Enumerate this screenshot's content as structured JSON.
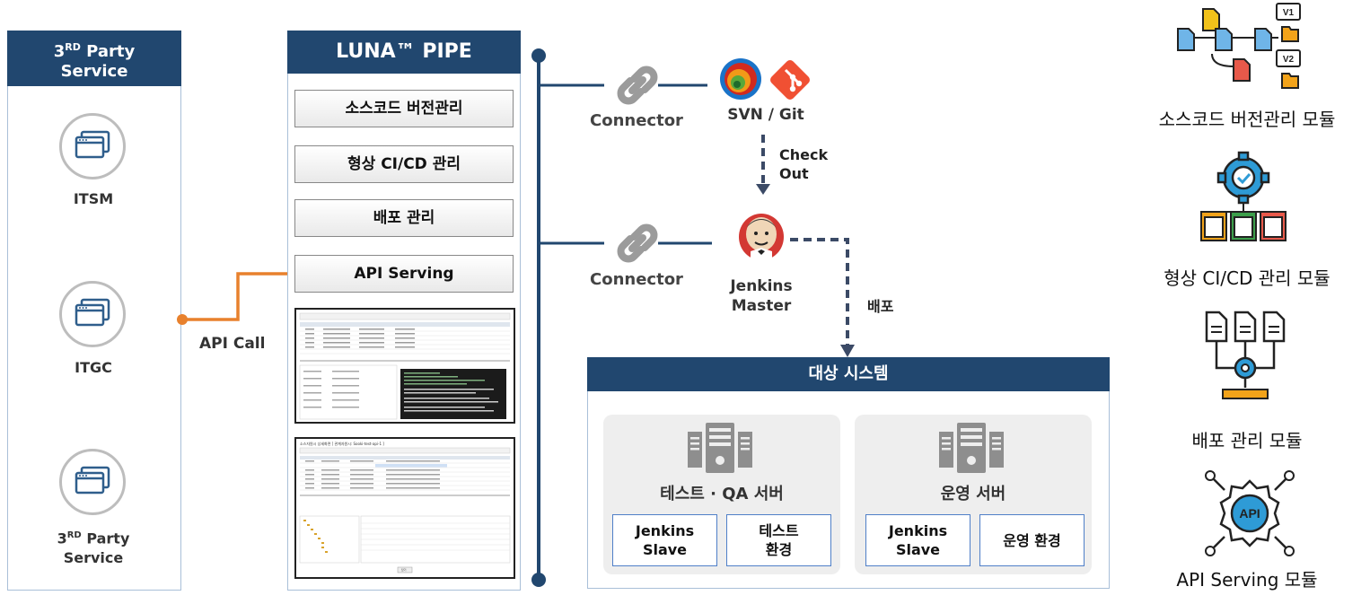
{
  "third_party_panel": {
    "title_line1": "3",
    "title_sup": "RD",
    "title_rest": " Party",
    "title_line2": "Service",
    "items": [
      {
        "label": "ITSM"
      },
      {
        "label": "ITGC"
      },
      {
        "label_main": "3",
        "label_sup": "RD",
        "label_rest": " Party",
        "label_line2": "Service"
      }
    ]
  },
  "api_call_label": "API Call",
  "luna_panel": {
    "title": "LUNA™ PIPE",
    "menu": [
      {
        "label": "소스코드 버전관리"
      },
      {
        "label": "형상 CI/CD 관리"
      },
      {
        "label": "배포 관리"
      },
      {
        "label": "API Serving"
      }
    ],
    "thumbnail2_button": "닫기"
  },
  "connectors": [
    {
      "label": "Connector"
    },
    {
      "label": "Connector"
    }
  ],
  "svn_git_label": "SVN / Git",
  "checkout_line1": "Check",
  "checkout_line2": "Out",
  "jenkins_line1": "Jenkins",
  "jenkins_line2": "Master",
  "deploy_label": "배포",
  "target_system": {
    "title": "대상 시스템",
    "test_server": {
      "title": "테스트 · QA 서버",
      "box1_line1": "Jenkins",
      "box1_line2": "Slave",
      "box2_line1": "테스트",
      "box2_line2": "환경"
    },
    "prod_server": {
      "title": "운영 서버",
      "box1_line1": "Jenkins",
      "box1_line2": "Slave",
      "box2_line1": "운영 환경"
    }
  },
  "modules": [
    {
      "label": "소스코드 버전관리 모듈",
      "icon": "version-control-icon"
    },
    {
      "label": "형상 CI/CD 관리 모듈",
      "icon": "cicd-gear-icon"
    },
    {
      "label": "배포 관리 모듈",
      "icon": "deploy-icon"
    },
    {
      "label": "API Serving 모듈",
      "icon": "api-icon"
    }
  ],
  "mockup_texts": {
    "title2": "소스자원시 상세화면 [ 관계자원시: Sooki-test-api-1 ]"
  },
  "colors": {
    "navy": "#21476f",
    "orange": "#e8812d",
    "timeline": "#21476f",
    "dash": "#3b4a66",
    "box_border": "#4f7fc8"
  }
}
